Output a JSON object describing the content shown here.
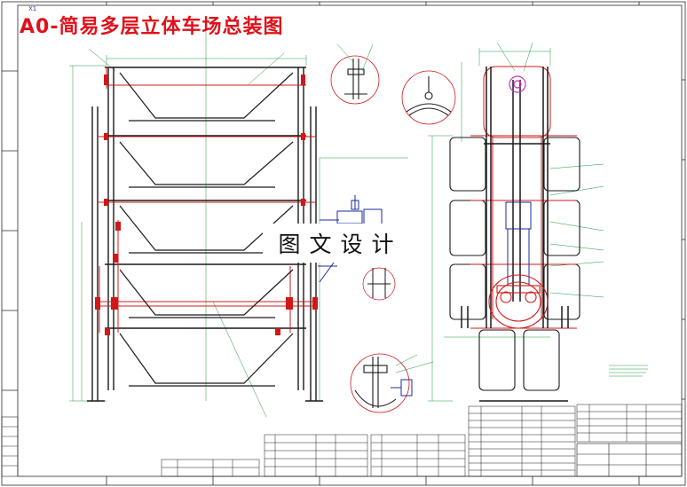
{
  "drawing": {
    "title": "A0-简易多层立体车场总装图",
    "sheet_id": "X1",
    "watermark": "图文设计"
  },
  "colors": {
    "title": "#e0101a",
    "frame": "#2a2a2a",
    "structure": "#1a1a1a",
    "centerline": "#d01818",
    "dimension": "#1a9a3a",
    "drive": "#1a2aa0",
    "highlight": "#c030c0"
  },
  "views": [
    "front-view",
    "side-view",
    "detail-a",
    "detail-b",
    "detail-c",
    "detail-d"
  ]
}
